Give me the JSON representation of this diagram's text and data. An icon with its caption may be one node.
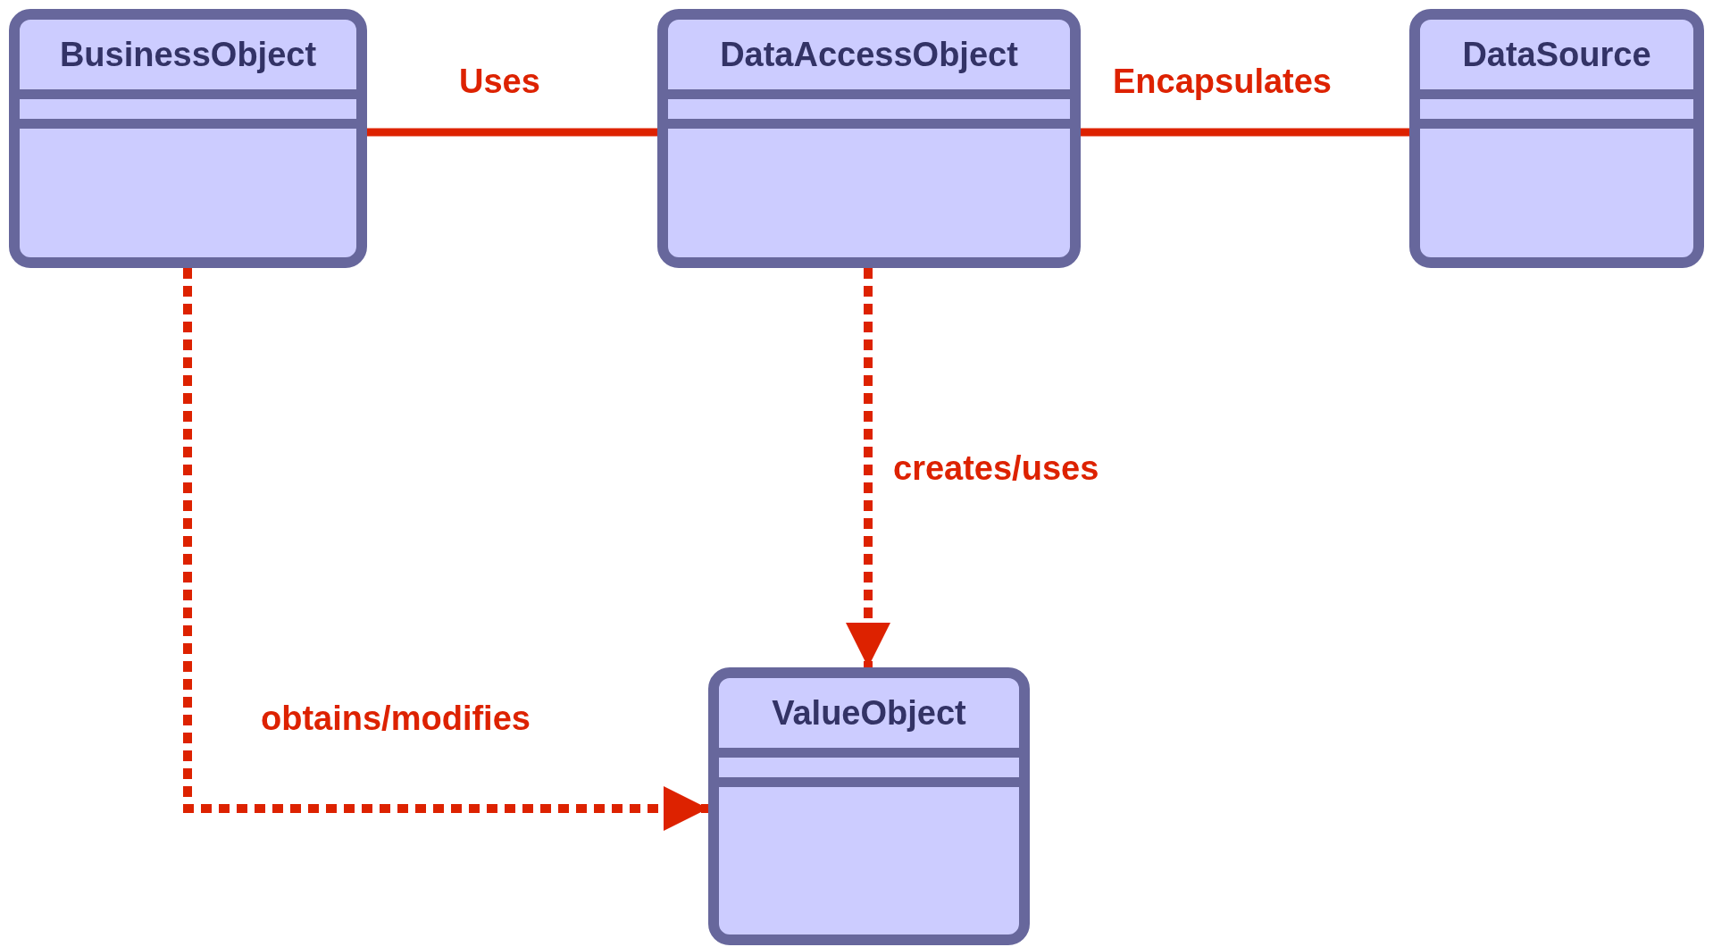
{
  "diagram": {
    "nodes": [
      {
        "text": [
          "BusinessObject"
        ]
      },
      {
        "text": [
          "DataAccessObject"
        ]
      },
      {
        "text": [
          "DataSource"
        ]
      },
      {
        "text": [
          "ValueObject"
        ]
      }
    ],
    "edges": [
      {
        "from": 0,
        "to": 1,
        "arrow": "none",
        "label": "Uses"
      },
      {
        "from": 1,
        "to": 2,
        "arrow": "none",
        "label": "Encapsulates"
      },
      {
        "from": 1,
        "to": 3,
        "arrow": "to",
        "label": "creates/uses",
        "style": "dashed"
      },
      {
        "from": 0,
        "to": 3,
        "arrow": "to",
        "label": "obtains/modifies",
        "style": "dashed"
      }
    ]
  }
}
